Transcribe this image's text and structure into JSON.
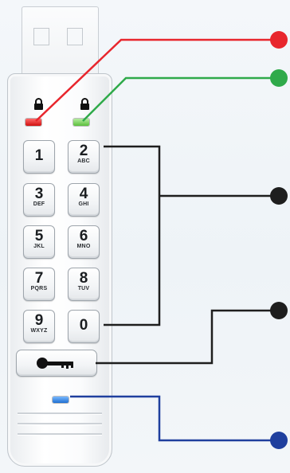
{
  "keypad": {
    "keys": [
      {
        "num": "1",
        "sub": ""
      },
      {
        "num": "2",
        "sub": "ABC"
      },
      {
        "num": "3",
        "sub": "DEF"
      },
      {
        "num": "4",
        "sub": "GHI"
      },
      {
        "num": "5",
        "sub": "JKL"
      },
      {
        "num": "6",
        "sub": "MNO"
      },
      {
        "num": "7",
        "sub": "PQRS"
      },
      {
        "num": "8",
        "sub": "TUV"
      },
      {
        "num": "9",
        "sub": "WXYZ"
      },
      {
        "num": "0",
        "sub": ""
      }
    ]
  },
  "indicators": {
    "red_led": "#e02020",
    "green_led": "#6cc84a",
    "blue_led": "#2a7be0"
  },
  "callouts": {
    "red": "#e8262d",
    "green": "#2faa4a",
    "black": "#1e1e1e",
    "blue": "#1f3f9e"
  },
  "icons": {
    "lock_left": "padlock-icon",
    "lock_right": "padlock-icon",
    "key_button": "key-icon"
  }
}
